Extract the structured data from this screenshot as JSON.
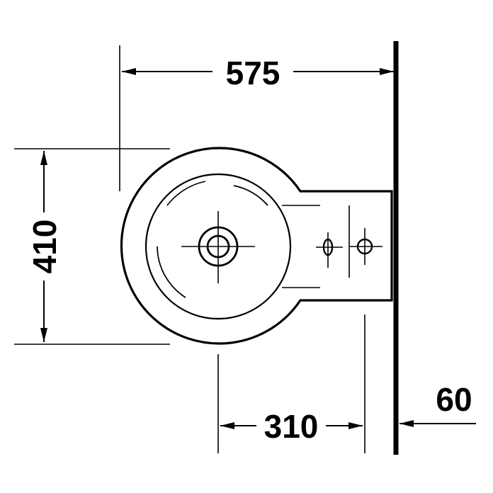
{
  "dimensions": {
    "overall_depth": "575",
    "width": "410",
    "outlet_to_wall": "310",
    "wall_offset": "60"
  },
  "colors": {
    "line": "#000000",
    "background": "#ffffff"
  }
}
